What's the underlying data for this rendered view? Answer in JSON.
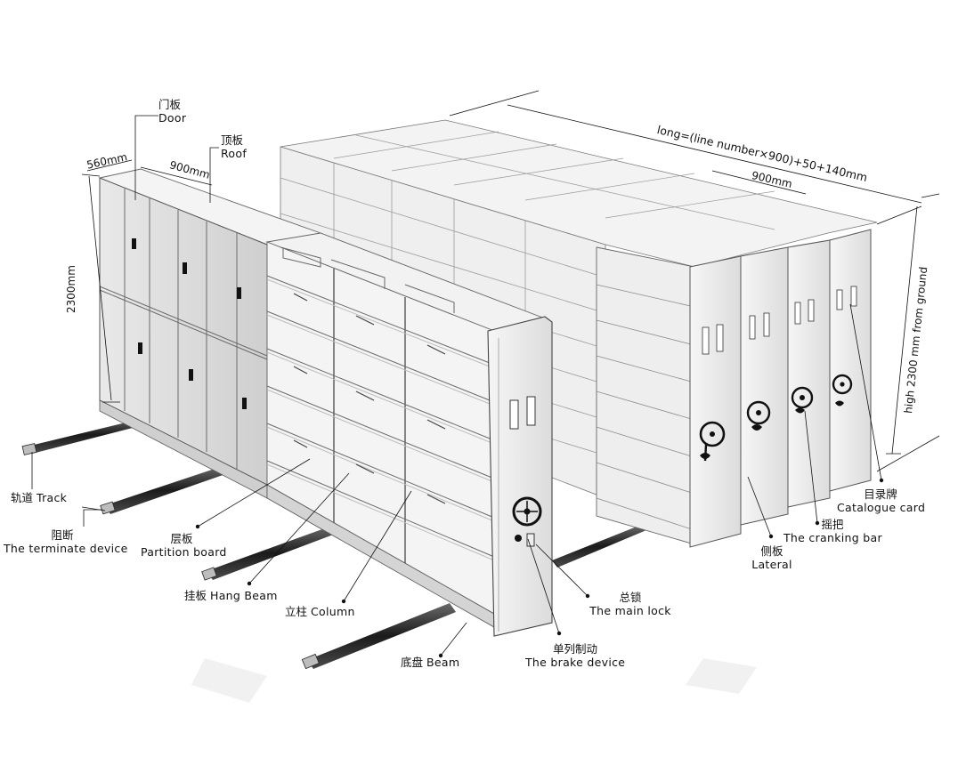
{
  "dimensions": {
    "depth": "560mm",
    "bay_width_left": "900mm",
    "height_left": "2300mm",
    "length_formula": "long=(line number×900)+50+140mm",
    "bay_width_right": "900mm",
    "height_right": "high 2300 mm from ground"
  },
  "labels": {
    "door": {
      "cn": "门板",
      "en": "Door"
    },
    "roof": {
      "cn": "顶板",
      "en": "Roof"
    },
    "track": {
      "cn": "轨道",
      "en": "Track"
    },
    "terminate": {
      "cn": "阻断",
      "en": "The terminate device"
    },
    "partition": {
      "cn": "层板",
      "en": "Partition board"
    },
    "hang_beam": {
      "cn": "挂板",
      "en": "Hang Beam"
    },
    "column": {
      "cn": "立柱",
      "en": "Column"
    },
    "beam": {
      "cn": "底盘",
      "en": "Beam"
    },
    "brake": {
      "cn": "单列制动",
      "en": "The brake device"
    },
    "main_lock": {
      "cn": "总锁",
      "en": "The main lock"
    },
    "lateral": {
      "cn": "侧板",
      "en": "Lateral"
    },
    "cranking": {
      "cn": "摇把",
      "en": "The cranking bar"
    },
    "catalogue": {
      "cn": "目录牌",
      "en": "Catalogue card"
    }
  },
  "colors": {
    "line": "#111111",
    "cabinet_light": "#f2f2f2",
    "cabinet_mid": "#e2e2e2",
    "cabinet_dark": "#c9c9c9",
    "track": "#2a2a2a"
  }
}
